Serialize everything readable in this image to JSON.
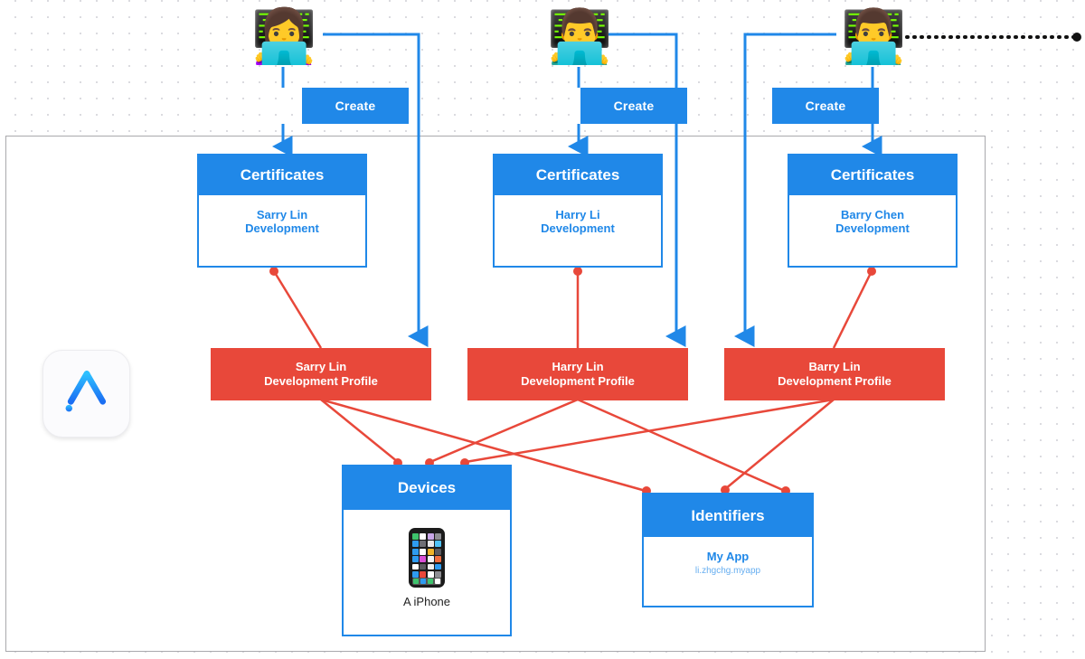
{
  "canvas": {
    "background_color": "#ffffff",
    "dot_color": "#d8d8dd",
    "frame_border_color": "#a9a9ad"
  },
  "palette": {
    "blue": "#2088e8",
    "red": "#e8483a",
    "blue_text": "#2088e8",
    "bundle_text": "#66aef0",
    "white": "#ffffff"
  },
  "people": [
    {
      "name": "developer-woman",
      "icon": "woman-technologist-emoji",
      "glyph": "👩‍💻"
    },
    {
      "name": "developer-man-2",
      "icon": "man-technologist-emoji",
      "glyph": "👨‍💻"
    },
    {
      "name": "developer-man-3",
      "icon": "man-technologist-emoji",
      "glyph": "👨‍💻"
    }
  ],
  "create_buttons": [
    {
      "label": "Create"
    },
    {
      "label": "Create"
    },
    {
      "label": "Create"
    }
  ],
  "certificates": [
    {
      "title": "Certificates",
      "name": "Sarry Lin\nDevelopment"
    },
    {
      "title": "Certificates",
      "name": "Harry Li\nDevelopment"
    },
    {
      "title": "Certificates",
      "name": "Barry Chen\nDevelopment"
    }
  ],
  "profiles": [
    {
      "label": "Sarry Lin\nDevelopment Profile"
    },
    {
      "label": "Harry Lin\nDevelopment Profile"
    },
    {
      "label": "Barry Lin\nDevelopment Profile"
    }
  ],
  "devices": {
    "title": "Devices",
    "device_icon": "iphone-icon",
    "device_label": "A iPhone"
  },
  "identifiers": {
    "title": "Identifiers",
    "app_name": "My App",
    "bundle_id": "li.zhgchg.myapp"
  },
  "app_store": {
    "icon": "app-store-icon"
  }
}
